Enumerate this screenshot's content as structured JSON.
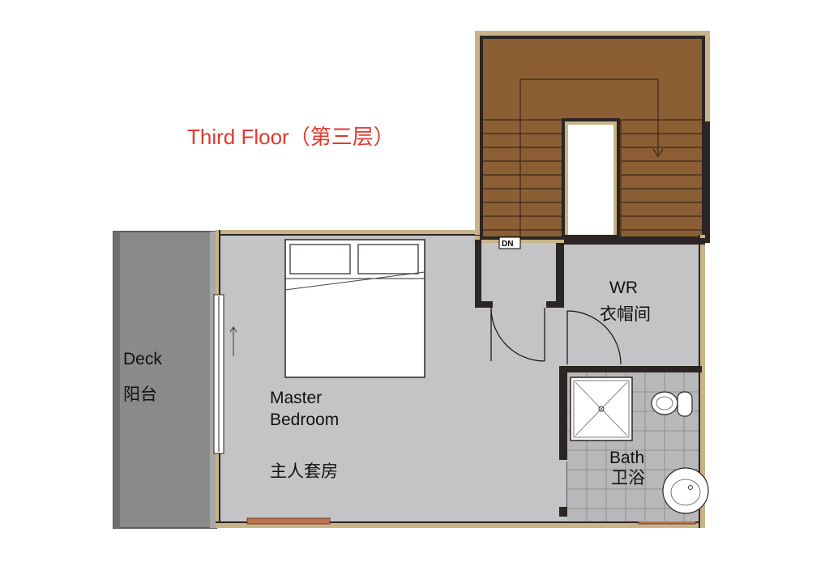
{
  "title": "Third Floor（第三层）",
  "rooms": {
    "deck": {
      "name_en": "Deck",
      "name_zh": "阳台"
    },
    "master_bedroom": {
      "name_en_line1": "Master",
      "name_en_line2": "Bedroom",
      "name_zh": "主人套房"
    },
    "wardrobe": {
      "name_en": "WR",
      "name_zh": "衣帽间"
    },
    "bath": {
      "name_en": "Bath",
      "name_zh": "卫浴"
    }
  },
  "stair": {
    "direction_label": "DN"
  },
  "colors": {
    "title": "#e03a2e",
    "floor": "#c4c4c6",
    "deck": "#8a8a8a",
    "stair_wood": "#8b5e34",
    "wall_outer": "#c8b488",
    "wall_dark": "#2b2623",
    "window_sill": "#c0714f"
  }
}
